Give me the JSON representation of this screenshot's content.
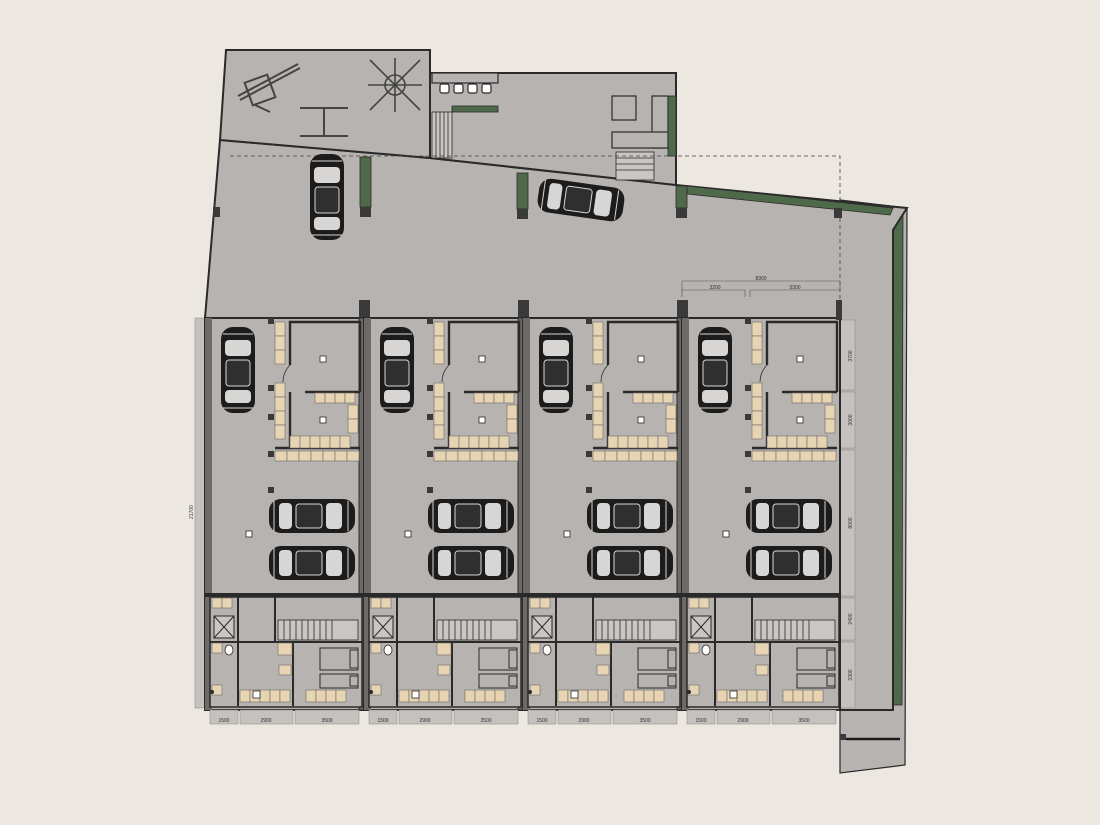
{
  "colors": {
    "background": "#ece7e1",
    "floor": "#b7b3b1",
    "wall": "#2a2a2a",
    "wall_light": "#6e6a67",
    "planter": "#4f6a4a",
    "cabinet": "#e6d4b3",
    "car_body": "#1c1c1c",
    "dim_strip": "#c4c1be"
  },
  "top_dimensions": {
    "overall": "8900",
    "segments": [
      "3200",
      "5300"
    ]
  },
  "right_dimensions": [
    "3700",
    "3000",
    "8000",
    "2400",
    "3300"
  ],
  "left_dimension": "21700",
  "bottom_dimensions": [
    [
      "1500",
      "2900",
      "3500"
    ],
    [
      "1500",
      "2900",
      "3500"
    ],
    [
      "1500",
      "2900",
      "3500"
    ],
    [
      "1500",
      "2900",
      "3500"
    ]
  ]
}
